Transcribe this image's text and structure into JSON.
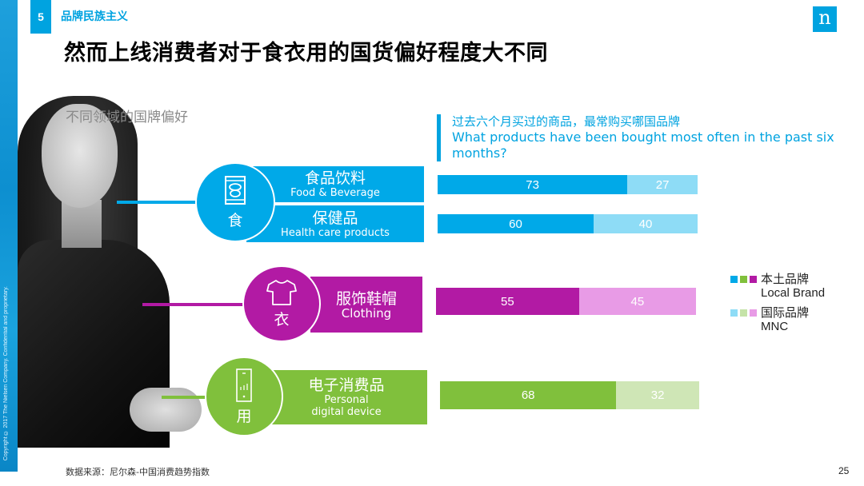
{
  "header": {
    "section_number": "5",
    "section_title": "品牌民族主义",
    "page_title": "然而上线消费者对于食衣用的国货偏好程度大不同",
    "logo_letter": "n"
  },
  "sidebar": {
    "copyright": "Copyright © 2017 The Nielsen Company. Confidential and proprietary."
  },
  "left_subtitle": "不同领域的国牌偏好",
  "question": {
    "cn": "过去六个月买过的商品，最常购买哪国品牌",
    "en": "What products have been bought most often in the past six months?"
  },
  "categories": [
    {
      "group": "食",
      "icon": "food-bag-icon",
      "color": "#00a9e8",
      "items": [
        {
          "cn": "食品饮料",
          "en": "Food & Beverage"
        },
        {
          "cn": "保健品",
          "en": "Health care products"
        }
      ]
    },
    {
      "group": "衣",
      "icon": "tshirt-icon",
      "color": "#b21aa4",
      "items": [
        {
          "cn": "服饰鞋帽",
          "en": "Clothing"
        }
      ]
    },
    {
      "group": "用",
      "icon": "smartphone-icon",
      "color": "#80c03c",
      "items": [
        {
          "cn": "电子消费品",
          "en_line1": "Personal",
          "en_line2": "digital device"
        }
      ]
    }
  ],
  "legend": {
    "local": {
      "cn": "本土品牌",
      "en": "Local Brand",
      "colors": [
        "#00a9e8",
        "#80c03c",
        "#b21aa4"
      ]
    },
    "mnc": {
      "cn": "国际品牌",
      "en": "MNC",
      "colors": [
        "#8edcf6",
        "#c5e3a8",
        "#e89be6"
      ]
    }
  },
  "chart_data": {
    "type": "bar",
    "stacked": true,
    "orientation": "horizontal",
    "title": "过去六个月买过的商品，最常购买哪国品牌 / What products have been bought most often in the past six months?",
    "categories": [
      "食品饮料 Food & Beverage",
      "保健品 Health care products",
      "服饰鞋帽 Clothing",
      "电子消费品 Personal digital device"
    ],
    "series": [
      {
        "name": "本土品牌 Local Brand",
        "values": [
          73,
          60,
          55,
          68
        ]
      },
      {
        "name": "国际品牌 MNC",
        "values": [
          27,
          40,
          45,
          32
        ]
      }
    ],
    "xlabel": "",
    "ylabel": "",
    "xlim": [
      0,
      100
    ],
    "legend_position": "right",
    "grid": false
  },
  "bars": [
    {
      "local": "73",
      "mnc": "27"
    },
    {
      "local": "60",
      "mnc": "40"
    },
    {
      "local": "55",
      "mnc": "45"
    },
    {
      "local": "68",
      "mnc": "32"
    }
  ],
  "footer": {
    "source": "数据来源：尼尔森-中国消费趋势指数",
    "page_number": "25"
  }
}
